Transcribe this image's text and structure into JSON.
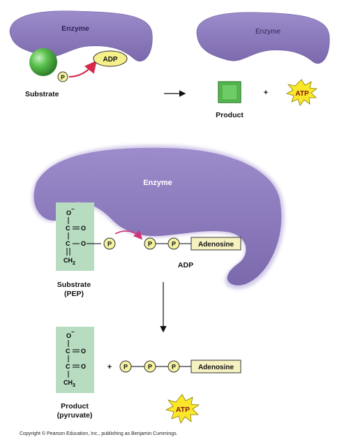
{
  "top_left": {
    "enzyme_label": "Enzyme",
    "phosphate_label": "P",
    "adp_label": "ADP",
    "substrate_label": "Substrate"
  },
  "top_right": {
    "enzyme_label": "Enzyme",
    "product_label": "Product",
    "plus": "+",
    "atp_label": "ATP"
  },
  "middle": {
    "enzyme_label": "Enzyme",
    "o_minus": "O",
    "minus_sign": "−",
    "carbon": "C",
    "o_double": "O",
    "o_single": "O",
    "ch2": "CH",
    "ch2_sub": "2",
    "phosphate": "P",
    "adenosine": "Adenosine",
    "adp_label": "ADP",
    "substrate_line1": "Substrate",
    "substrate_line2": "(PEP)"
  },
  "bottom": {
    "o_minus": "O",
    "minus_sign": "−",
    "carbon": "C",
    "o_double": "O",
    "ch3": "CH",
    "ch3_sub": "3",
    "plus": "+",
    "phosphate": "P",
    "adenosine": "Adenosine",
    "product_line1": "Product",
    "product_line2": "(pyruvate)",
    "atp_label": "ATP"
  },
  "copyright": "Copyright © Pearson Education, Inc., publishing as Benjamin Cummings.",
  "colors": {
    "enzyme_purple": "#8a78b8",
    "enzyme_highlight": "#a393cc",
    "substrate_box": "#b7dcc0",
    "adp_yellow": "#f6f08a",
    "atp_yellow": "#f9e82a",
    "product_green": "#55b94f",
    "arrow_red": "#d62a4b",
    "phosphate_yellow": "#f4f1a0"
  }
}
